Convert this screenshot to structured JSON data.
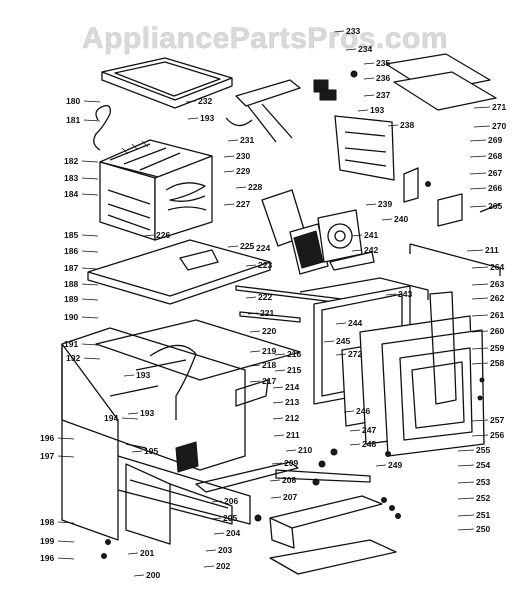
{
  "watermark": "AppliancePartsPros.com",
  "part_labels": [
    "180",
    "181",
    "182",
    "183",
    "184",
    "185",
    "186",
    "187",
    "188",
    "189",
    "190",
    "191",
    "192",
    "193",
    "193",
    "193",
    "193",
    "194",
    "195",
    "196",
    "197",
    "198",
    "199",
    "196",
    "200",
    "201",
    "202",
    "203",
    "204",
    "205",
    "206",
    "207",
    "208",
    "209",
    "210",
    "211",
    "211",
    "212",
    "213",
    "214",
    "215",
    "216",
    "217",
    "218",
    "219",
    "220",
    "221",
    "222",
    "223",
    "224",
    "225",
    "226",
    "227",
    "228",
    "229",
    "230",
    "231",
    "232",
    "233",
    "234",
    "235",
    "236",
    "237",
    "238",
    "239",
    "240",
    "241",
    "242",
    "243",
    "244",
    "245",
    "246",
    "247",
    "248",
    "249",
    "250",
    "251",
    "252",
    "253",
    "254",
    "255",
    "256",
    "257",
    "258",
    "259",
    "260",
    "261",
    "262",
    "263",
    "264",
    "265",
    "266",
    "267",
    "268",
    "269",
    "270",
    "271",
    "272"
  ]
}
